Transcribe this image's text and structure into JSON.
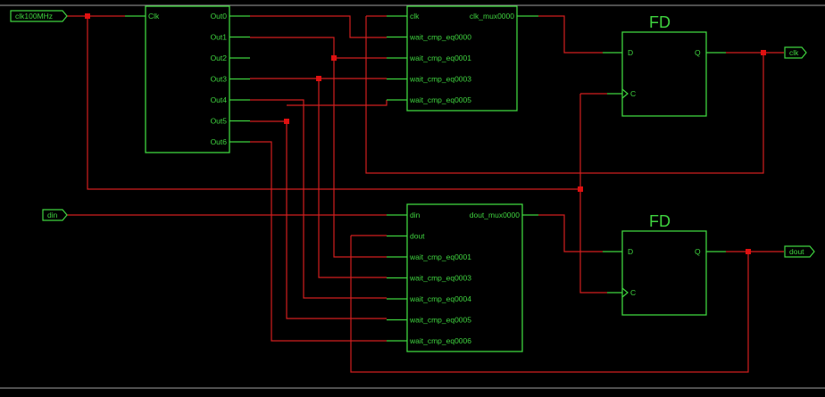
{
  "schematic": {
    "ports": {
      "clk100": "clk100MHz",
      "din": "din",
      "clk_out": "clk",
      "dout_out": "dout"
    },
    "counter": {
      "input": "Clk",
      "outputs": [
        "Out0",
        "Out1",
        "Out2",
        "Out3",
        "Out4",
        "Out5",
        "Out6"
      ]
    },
    "clk_mux": {
      "inputs": [
        "clk",
        "wait_cmp_eq0000",
        "wait_cmp_eq0001",
        "wait_cmp_eq0003",
        "wait_cmp_eq0005"
      ],
      "output": "clk_mux0000"
    },
    "dout_mux": {
      "inputs": [
        "din",
        "dout",
        "wait_cmp_eq0001",
        "wait_cmp_eq0003",
        "wait_cmp_eq0004",
        "wait_cmp_eq0005",
        "wait_cmp_eq0006"
      ],
      "output": "dout_mux0000"
    },
    "ff1": {
      "title": "FD",
      "d": "D",
      "c": "C",
      "q": "Q"
    },
    "ff2": {
      "title": "FD",
      "d": "D",
      "c": "C",
      "q": "Q"
    },
    "colors": {
      "wire": "#d11f1f",
      "component": "#3fd33f",
      "background": "#000000"
    }
  }
}
